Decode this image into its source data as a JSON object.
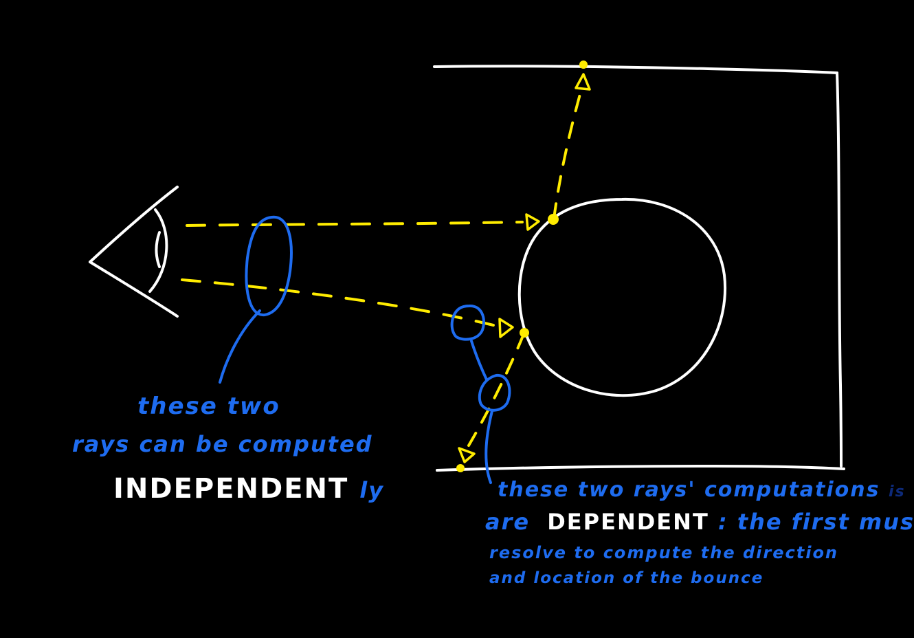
{
  "colors": {
    "background": "#000000",
    "scene": "#ffffff",
    "ray": "#ffec00",
    "annotation": "#1e6cf0"
  },
  "left_note": {
    "line1": "these two",
    "line2": "rays can be computed",
    "emphasis": "INDEPENDENT",
    "suffix": "ly"
  },
  "right_note": {
    "line1": "these two rays' computations",
    "strike_fragment": "is",
    "line2_prefix": "are",
    "emphasis": "DEPENDENT",
    "line2_suffix": ": the first must",
    "line3": "resolve to compute the direction",
    "line4": "and location of the bounce"
  }
}
